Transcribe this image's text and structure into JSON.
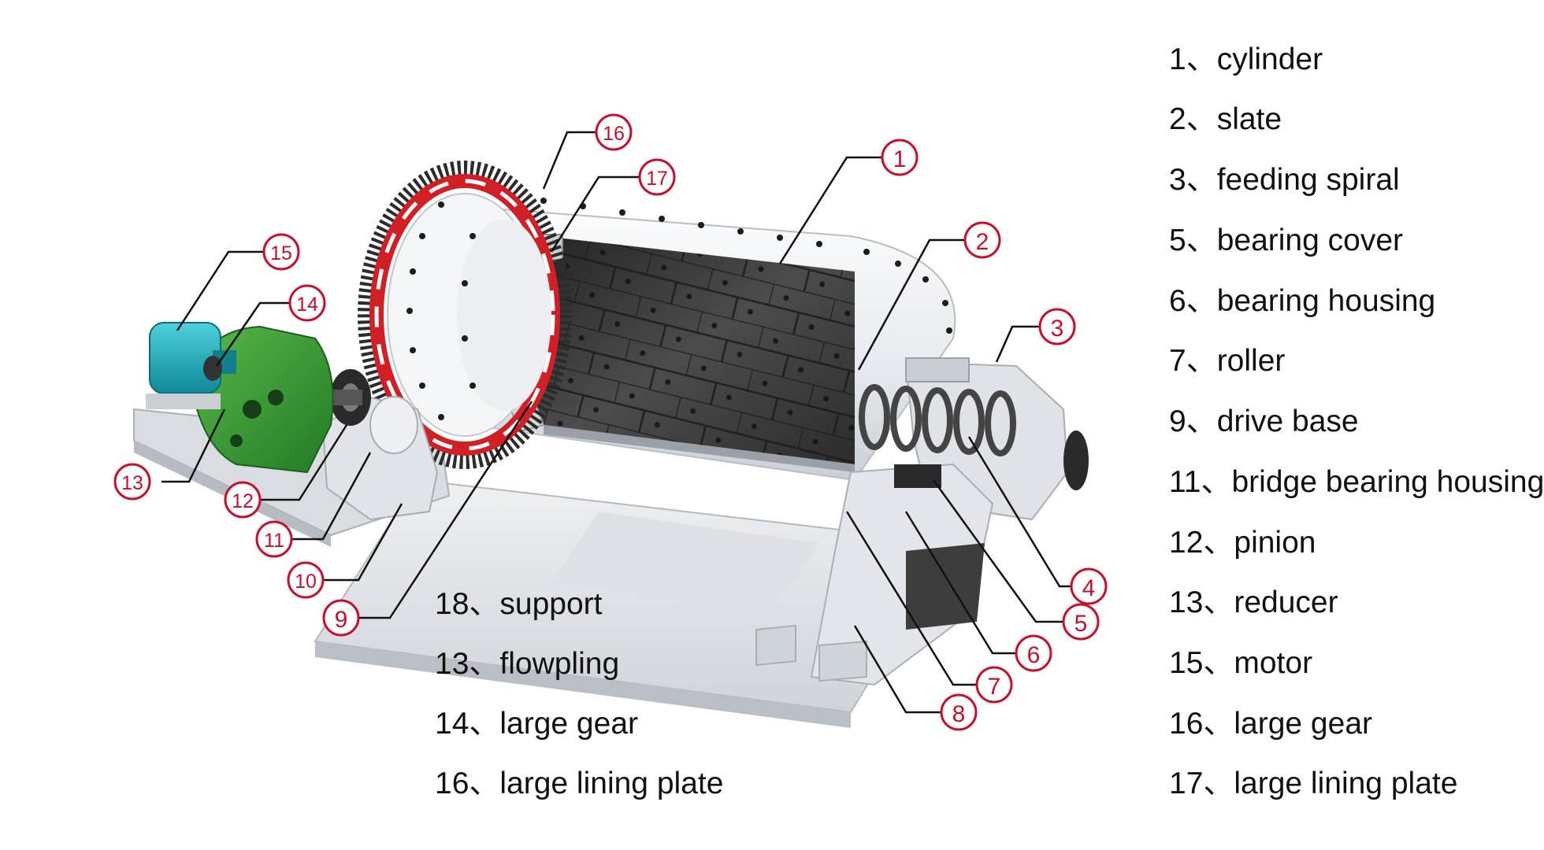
{
  "callouts": [
    "1",
    "2",
    "3",
    "4",
    "5",
    "6",
    "7",
    "8",
    "9",
    "10",
    "11",
    "12",
    "13",
    "14",
    "15",
    "16",
    "17"
  ],
  "legend_right": [
    "1、cylinder",
    "2、slate",
    "3、feeding spiral",
    "5、bearing cover",
    "6、bearing housing",
    "7、roller",
    "9、drive base",
    "11、bridge bearing housing",
    "12、pinion",
    "13、reducer",
    "15、motor",
    "16、large gear",
    "17、large lining plate"
  ],
  "legend_left": [
    "18、support",
    "13、flowpling",
    "14、large gear",
    "16、large lining plate"
  ],
  "colors": {
    "callout_red": "#c8102e",
    "gear_red": "#d21f26",
    "motor_teal": "#17a7b8",
    "reducer_green": "#3a9a3a",
    "liner_dark": "#3e3e3e",
    "frame_light": "#e4e7ea"
  }
}
